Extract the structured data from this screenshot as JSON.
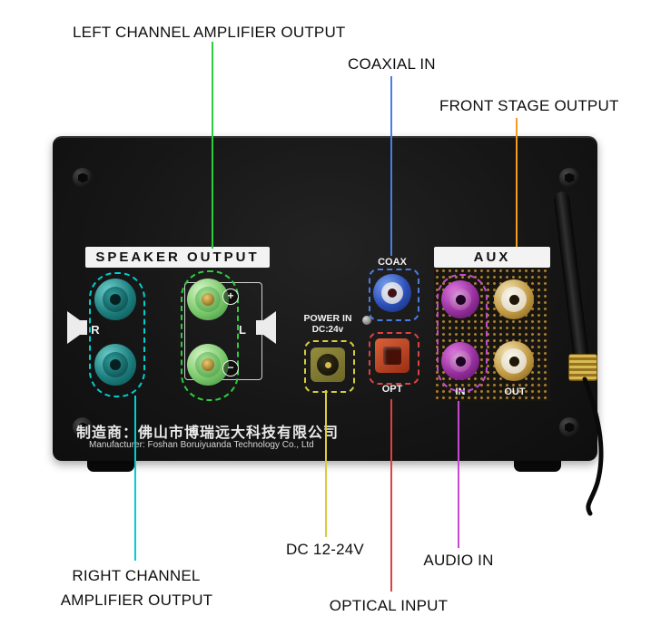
{
  "callouts": {
    "left_channel": "LEFT CHANNEL AMPLIFIER OUTPUT",
    "coaxial_in": "COAXIAL IN",
    "front_stage": "FRONT STAGE OUTPUT",
    "right_channel_line1": "RIGHT CHANNEL",
    "right_channel_line2": "AMPLIFIER OUTPUT",
    "dc": "DC 12-24V",
    "optical": "OPTICAL INPUT",
    "audio_in": "AUDIO IN"
  },
  "panel": {
    "speaker_output": "SPEAKER OUTPUT",
    "aux": "AUX",
    "coax": "COAX",
    "opt": "OPT",
    "power_line1": "POWER IN",
    "power_line2": "DC:24v",
    "in": "IN",
    "out": "OUT",
    "r": "R",
    "l": "L",
    "plus": "+",
    "minus": "−",
    "mfr_cn": "制造商：佛山市博瑞远大科技有限公司",
    "mfr_en": "Manufacturer: Foshan Boruiyuanda Technology Co., Ltd"
  },
  "colors": {
    "green_line": "#2ecc40",
    "blue_line": "#4a7de0",
    "orange_line": "#f59b1e",
    "cyan_line": "#00cfcf",
    "yellow_line": "#d8cc3a",
    "red_line": "#e04040",
    "purple_line": "#c44bd1"
  }
}
